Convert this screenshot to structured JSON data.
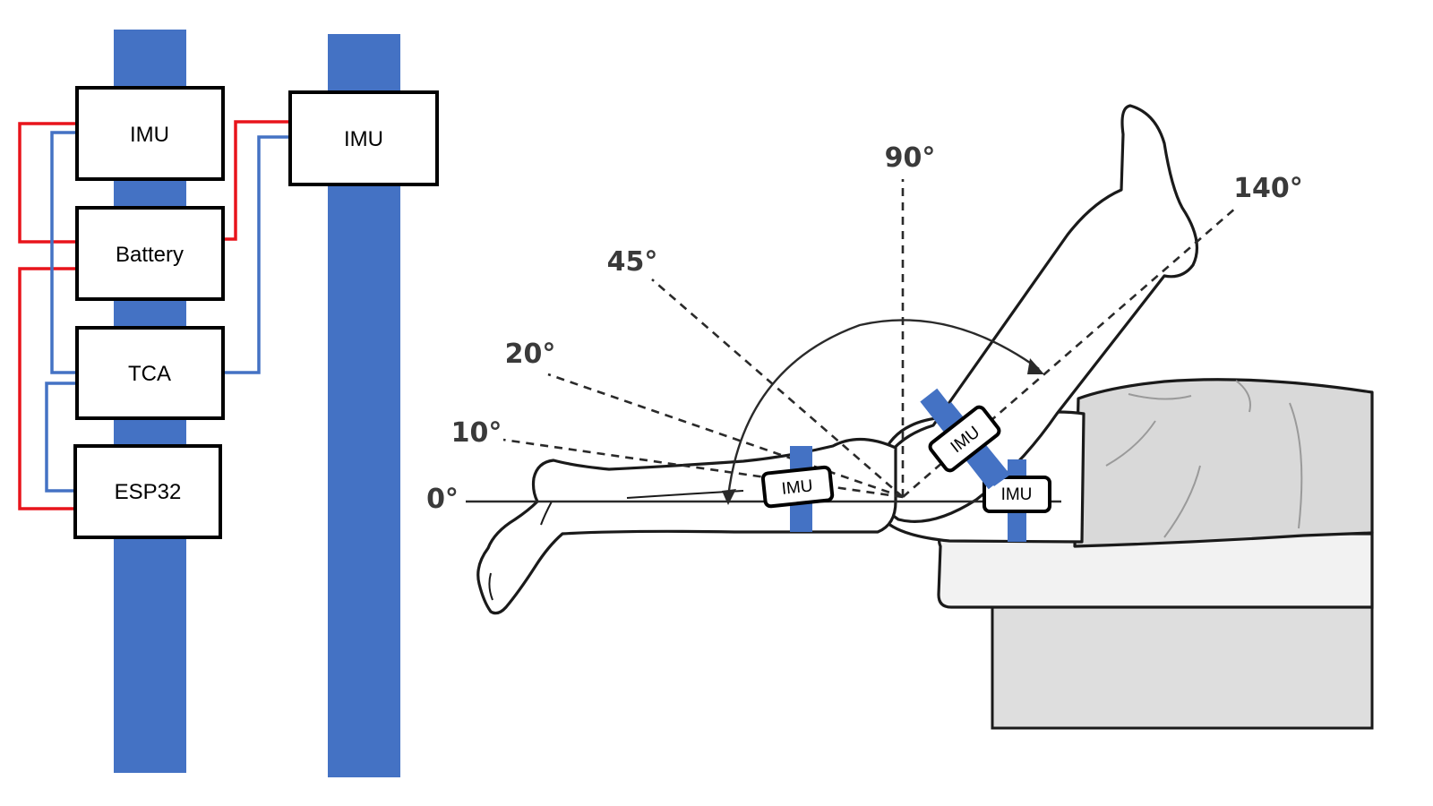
{
  "colors": {
    "strap": "#4472C4",
    "power_wire": "#E8141B",
    "signal_wire": "#4472C4",
    "outline": "#1a1a1a",
    "pants": "#d9d9d9"
  },
  "wiring": {
    "module_a": {
      "imu": "IMU",
      "battery": "Battery",
      "tca": "TCA",
      "esp32": "ESP32"
    },
    "module_b": {
      "imu": "IMU"
    }
  },
  "knee_angles": {
    "a0": "0°",
    "a10": "10°",
    "a20": "20°",
    "a45": "45°",
    "a90": "90°",
    "a140": "140°"
  },
  "sensor_tags": {
    "shank_flat": "IMU",
    "shank_raised": "IMU",
    "thigh": "IMU"
  }
}
